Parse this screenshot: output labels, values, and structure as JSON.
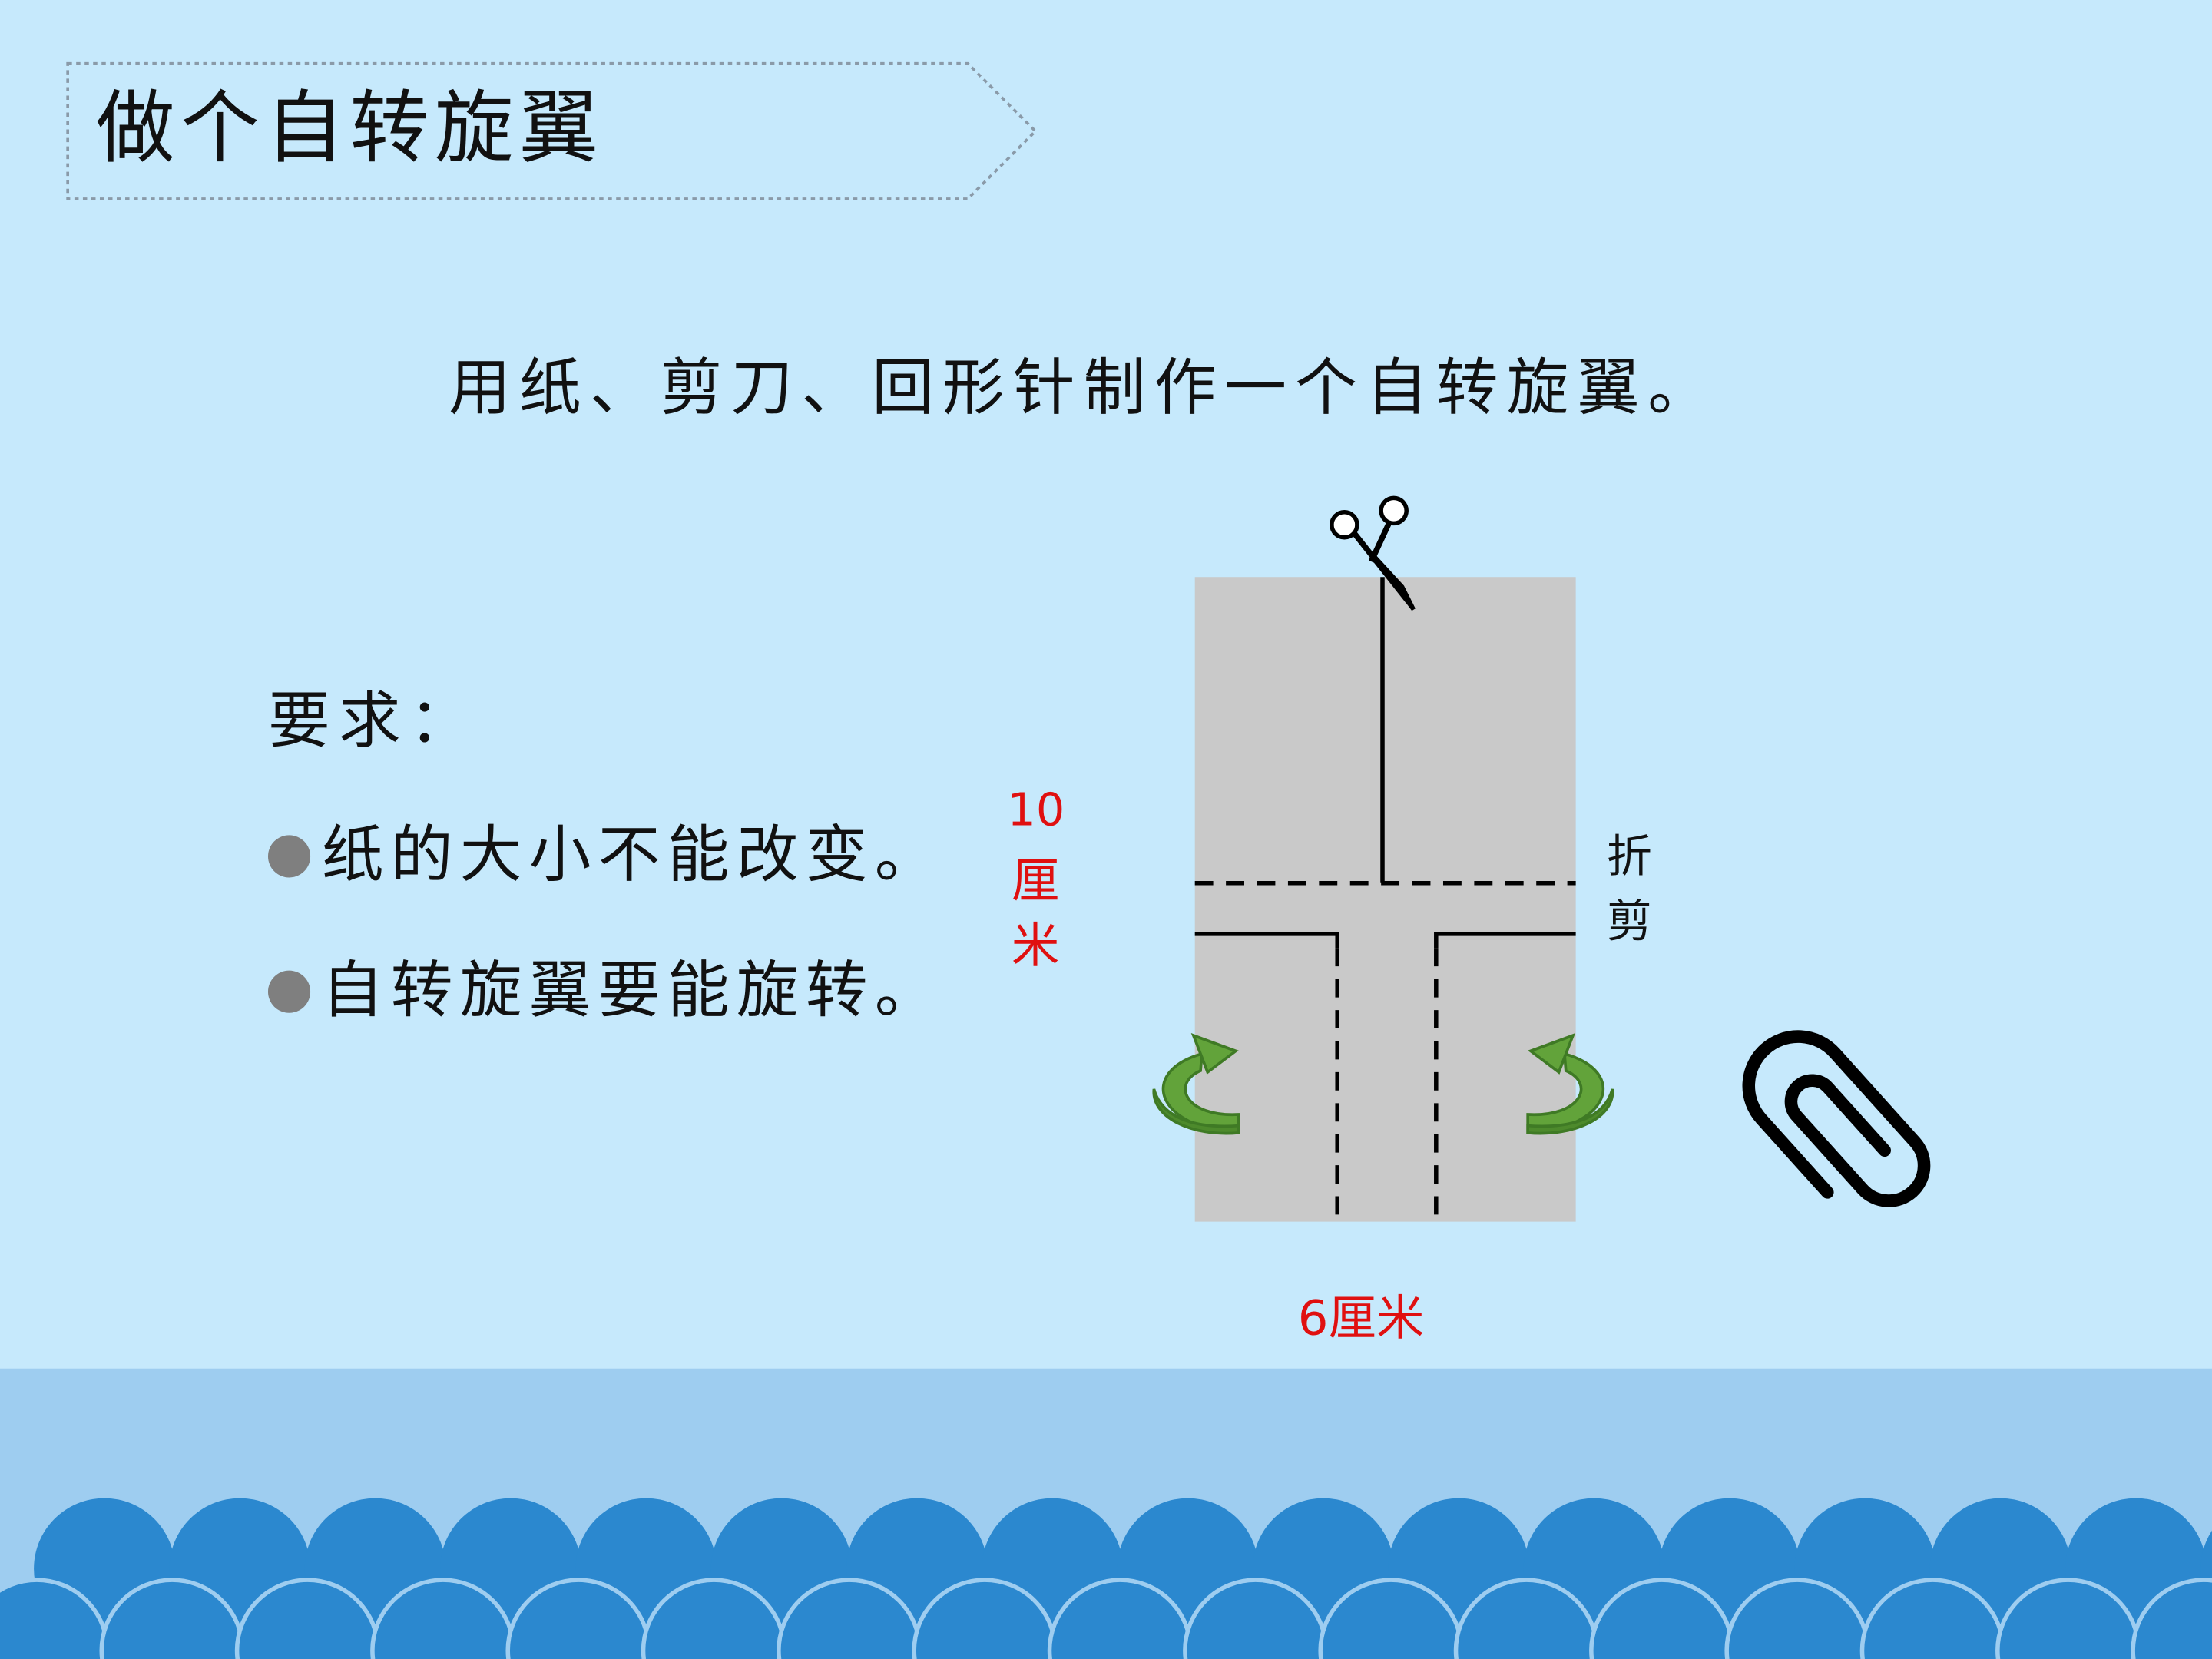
{
  "title": "做个自转旋翼",
  "subtitle": "用纸、剪刀、回形针制作一个自转旋翼。",
  "requirements": {
    "heading": "要求：",
    "items": [
      "纸的大小不能改变。",
      "自转旋翼要能旋转。"
    ]
  },
  "diagram": {
    "height_value": "10",
    "height_unit": "厘米",
    "width_label": "6厘米",
    "fold_label": "折剪"
  },
  "icons": [
    "scissors-icon",
    "paperclip-icon",
    "rotate-arrow-icon"
  ],
  "colors": {
    "background": "#c6e9fc",
    "paper": "#c9c9c9",
    "measure_red": "#e01010",
    "arrow_green": "#62a33a",
    "wave_blue": "#2b88cf",
    "sea_band": "#9ecdf0"
  }
}
